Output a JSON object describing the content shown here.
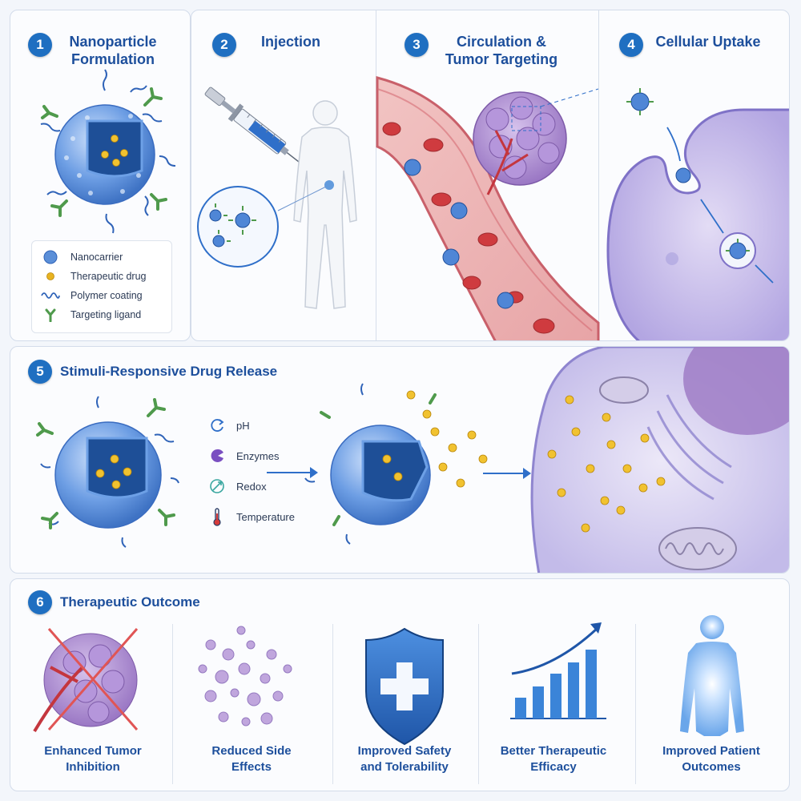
{
  "steps": [
    {
      "number": "1",
      "title_line1": "Nanoparticle",
      "title_line2": "Formulation"
    },
    {
      "number": "2",
      "title_line1": "Injection",
      "title_line2": ""
    },
    {
      "number": "3",
      "title_line1": "Circulation &",
      "title_line2": "Tumor Targeting"
    },
    {
      "number": "4",
      "title_line1": "Cellular Uptake",
      "title_line2": ""
    },
    {
      "number": "5",
      "title_line1": "Stimuli-Responsive Drug Release",
      "title_line2": ""
    },
    {
      "number": "6",
      "title_line1": "Therapeutic Outcome",
      "title_line2": ""
    }
  ],
  "legend": [
    {
      "label": "Nanocarrier",
      "icon": "nanocarrier-icon"
    },
    {
      "label": "Therapeutic drug",
      "icon": "drug-dot-icon"
    },
    {
      "label": "Polymer coating",
      "icon": "polymer-coating-icon"
    },
    {
      "label": "Targeting ligand",
      "icon": "targeting-ligand-icon"
    }
  ],
  "stimuli": [
    {
      "label": "pH",
      "icon": "ph-cycle-icon"
    },
    {
      "label": "Enzymes",
      "icon": "enzyme-icon"
    },
    {
      "label": "Redox",
      "icon": "redox-icon"
    },
    {
      "label": "Temperature",
      "icon": "thermometer-icon"
    }
  ],
  "outcomes": [
    {
      "line1": "Enhanced Tumor",
      "line2": "Inhibition",
      "icon": "tumor-crossed-icon"
    },
    {
      "line1": "Reduced Side",
      "line2": "Effects",
      "icon": "scattered-cells-icon"
    },
    {
      "line1": "Improved Safety",
      "line2": "and Tolerability",
      "icon": "shield-cross-icon"
    },
    {
      "line1": "Better Therapeutic",
      "line2": "Efficacy",
      "icon": "bar-chart-up-icon"
    },
    {
      "line1": "Improved Patient",
      "line2": "Outcomes",
      "icon": "glowing-body-icon"
    }
  ],
  "colors": {
    "title": "#1d4f9c",
    "badge": "#1f6fc1",
    "nanocarrier": "#5b8fd8",
    "drug": "#e8b321",
    "ligand": "#4f9a4c",
    "blood_vessel": "#d9646b",
    "tumor": "#a789cc",
    "cell": "#b8b0e6"
  }
}
